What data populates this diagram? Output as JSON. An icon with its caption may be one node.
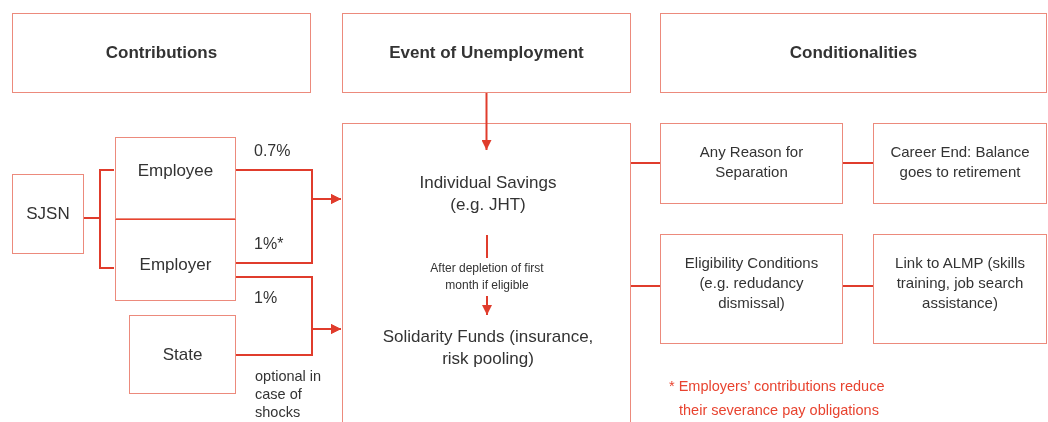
{
  "diagram": {
    "nodes": [
      {
        "text": [
          "Contributions"
        ]
      },
      {
        "text": [
          "Event of Unemployment"
        ]
      },
      {
        "text": [
          "Conditionalities"
        ]
      },
      {
        "text": [
          "SJSN"
        ]
      },
      {
        "text": [
          "Employee"
        ]
      },
      {
        "text": [
          "Employer"
        ]
      },
      {
        "text": [
          "State"
        ]
      },
      {
        "text": [],
        "shape": "box"
      },
      {
        "text": [
          "Individual Savings (e.g. JHT)"
        ],
        "in": 7
      },
      {
        "text": [
          "Solidarity Funds (insurance, risk pooling)"
        ],
        "in": 7
      },
      {
        "text": [
          "Any Reason for Separation"
        ]
      },
      {
        "text": [
          "Career End: Balance goes to retirement"
        ]
      },
      {
        "text": [
          "Eligibility Conditions (e.g. redudancy dismissal)"
        ]
      },
      {
        "text": [
          "Link to ALMP (skills training, job search assistance)"
        ]
      }
    ],
    "edges": [
      {
        "from": 1,
        "to": 8,
        "arrow": "to"
      },
      {
        "from": 3,
        "to": 4,
        "arrow": "none"
      },
      {
        "from": 3,
        "to": 5,
        "arrow": "none"
      },
      {
        "from": 4,
        "to": 7,
        "arrow": "to",
        "label": "0.7%"
      },
      {
        "from": 5,
        "to": 7,
        "arrow": "to",
        "label": "1%*"
      },
      {
        "from": 5,
        "to": 7,
        "arrow": "to",
        "label": "1%"
      },
      {
        "from": 6,
        "to": 7,
        "arrow": "to"
      },
      {
        "from": 8,
        "to": 9,
        "arrow": "to",
        "label": "After depletion of first month if eligible"
      },
      {
        "from": 7,
        "to": 10,
        "arrow": "none"
      },
      {
        "from": 7,
        "to": 12,
        "arrow": "none"
      },
      {
        "from": 10,
        "to": 11,
        "arrow": "none"
      },
      {
        "from": 12,
        "to": 13,
        "arrow": "none"
      }
    ],
    "labels": [
      "optional in case of shocks",
      "* Employers’ contributions reduce their severance pay obligations"
    ]
  }
}
